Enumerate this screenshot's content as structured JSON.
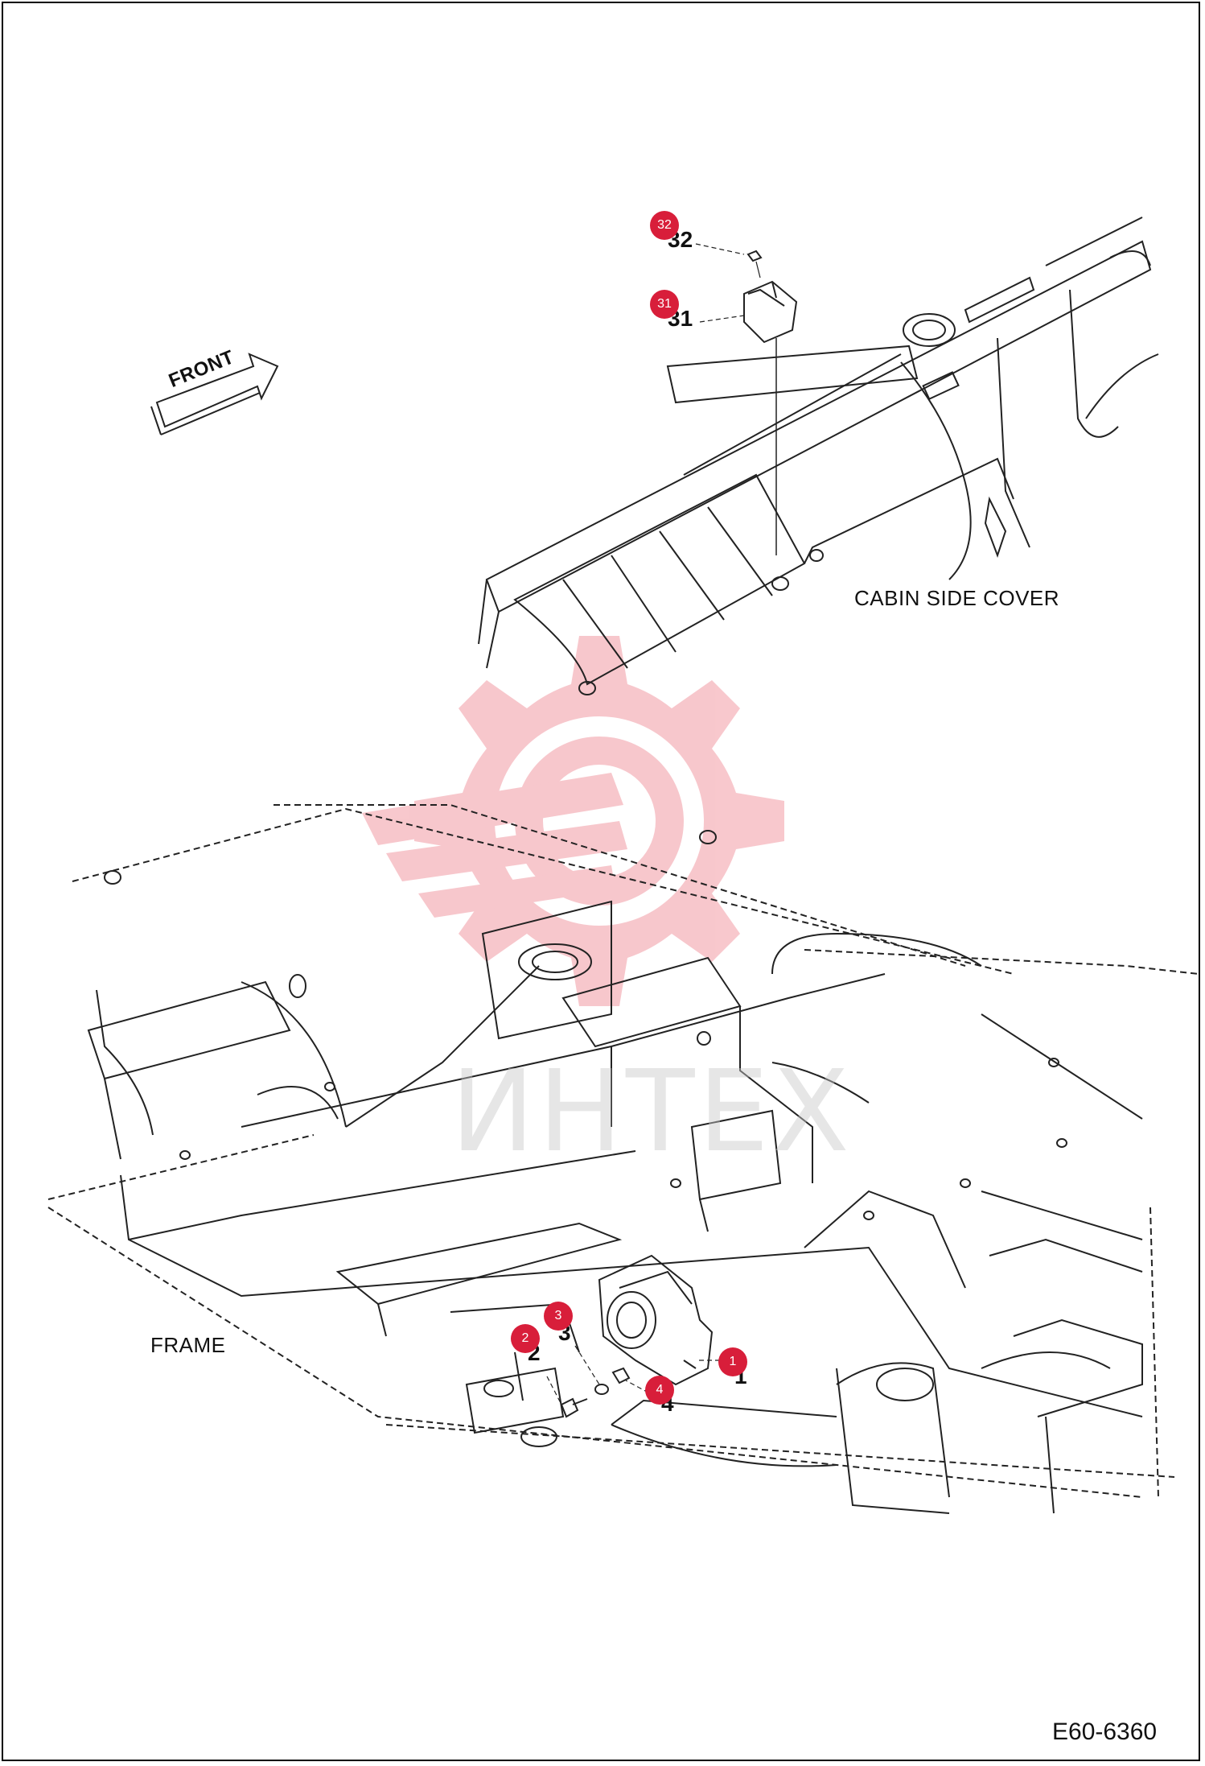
{
  "labels": {
    "front": "FRONT",
    "cabin_side_cover": "CABIN SIDE COVER",
    "frame": "FRAME",
    "diagram_code": "E60-6360"
  },
  "part_numbers": {
    "p32": "32",
    "p31": "31",
    "p3": "3",
    "p2": "2",
    "p4": "4",
    "p1": "1"
  },
  "callouts": {
    "c32": "32",
    "c31": "31",
    "c3": "3",
    "c2": "2",
    "c4": "4",
    "c1": "1"
  },
  "watermark": {
    "text": "ИНТЕХ"
  },
  "colors": {
    "callout": "#d81e3a",
    "watermark_logo": "#f5b5bc",
    "line": "#222222"
  }
}
